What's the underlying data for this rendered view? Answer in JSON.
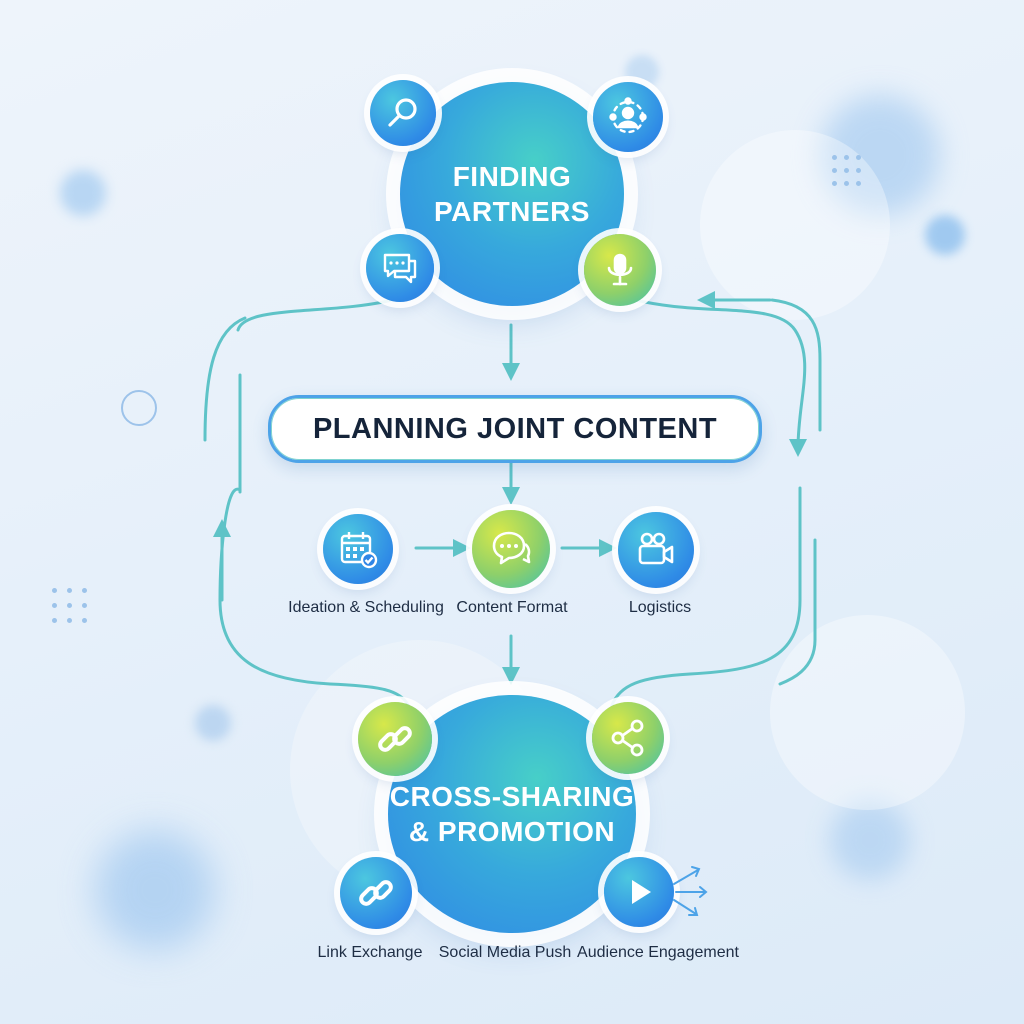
{
  "top_node": {
    "line1": "FINDING",
    "line2": "PARTNERS"
  },
  "middle_node": {
    "label": "PLANNING JOINT CONTENT"
  },
  "bottom_node": {
    "line1": "CROSS-SHARING",
    "line2": "& PROMOTION"
  },
  "planning_steps": [
    {
      "label": "Ideation & Scheduling",
      "icon": "calendar-icon"
    },
    {
      "label": "Content Format",
      "icon": "chat-bubbles-icon"
    },
    {
      "label": "Logistics",
      "icon": "video-camera-icon"
    }
  ],
  "promotion_steps": [
    {
      "label": "Link Exchange",
      "icon": "link-icon"
    },
    {
      "label": "Social Media Push",
      "icon": "share-icon"
    },
    {
      "label": "Audience Engagement",
      "icon": "play-icon"
    }
  ],
  "top_icons": [
    "search-icon",
    "network-person-icon",
    "chat-icon",
    "microphone-icon"
  ],
  "colors": {
    "blue": "#2f86e6",
    "teal": "#47cfc8",
    "lime": "#d7e84a",
    "arrow": "#5ec3c7",
    "text": "#15243a"
  }
}
